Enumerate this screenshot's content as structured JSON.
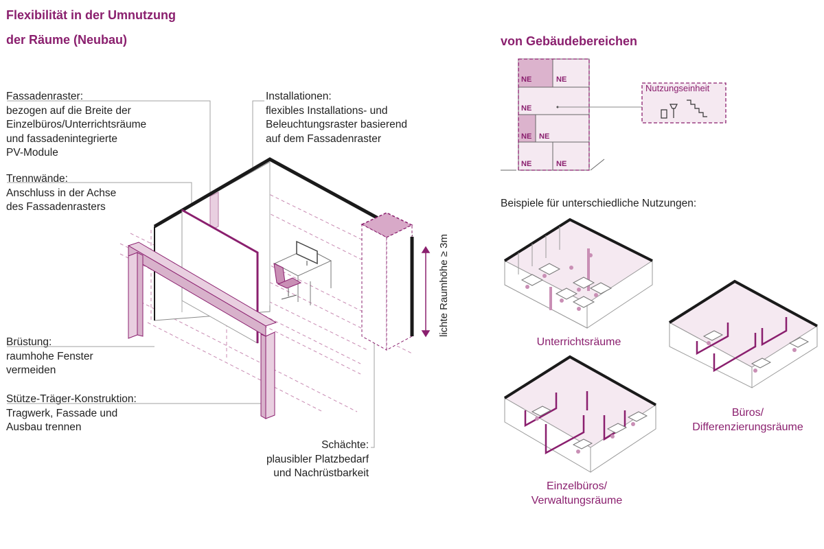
{
  "header": {
    "title_line1": "Flexibilität in der Umnutzung",
    "title_line2": "der Räume (Neubau)",
    "title_right": "von Gebäudebereichen"
  },
  "annotations": {
    "fassadenraster": {
      "heading": "Fassadenraster:",
      "lines": [
        "bezogen auf die Breite der",
        "Einzelbüros/Unterrichtsräume",
        "und fassadenintegrierte",
        "PV-Module"
      ]
    },
    "trennwaende": {
      "heading": "Trennwände:",
      "lines": [
        "Anschluss in der Achse",
        "des Fassadenrasters"
      ]
    },
    "installationen": {
      "heading": "Installationen:",
      "lines": [
        "flexibles Installations- und",
        "Beleuchtungsraster basierend",
        "auf dem Fassadenraster"
      ]
    },
    "bruestung": {
      "heading": "Brüstung:",
      "lines": [
        "raumhohe Fenster",
        "vermeiden"
      ]
    },
    "stuetze": {
      "heading": "Stütze-Träger-Konstruktion:",
      "lines": [
        "Tragwerk, Fassade und",
        "Ausbau trennen"
      ]
    },
    "schaechte": {
      "heading": "Schächte:",
      "lines": [
        "plausibler Platzbedarf",
        "und Nachrüstbarkeit"
      ]
    },
    "raumhoehe": "lichte Raumhöhe ≥ 3m"
  },
  "building": {
    "unit_label": "NE",
    "nutzungseinheit": "Nutzungseinheit"
  },
  "examples": {
    "intro": "Beispiele für unterschiedliche Nutzungen:",
    "unterricht": "Unterrichtsräume",
    "buero_line1": "Büros/",
    "buero_line2": "Differenzierungsräume",
    "einzel_line1": "Einzelbüros/",
    "einzel_line2": "Verwaltungsräume"
  },
  "colors": {
    "accent": "#8a1f6e",
    "fill": "#e9cfe0",
    "fill_light": "#f5e9f1",
    "line": "#9a9a9a"
  }
}
